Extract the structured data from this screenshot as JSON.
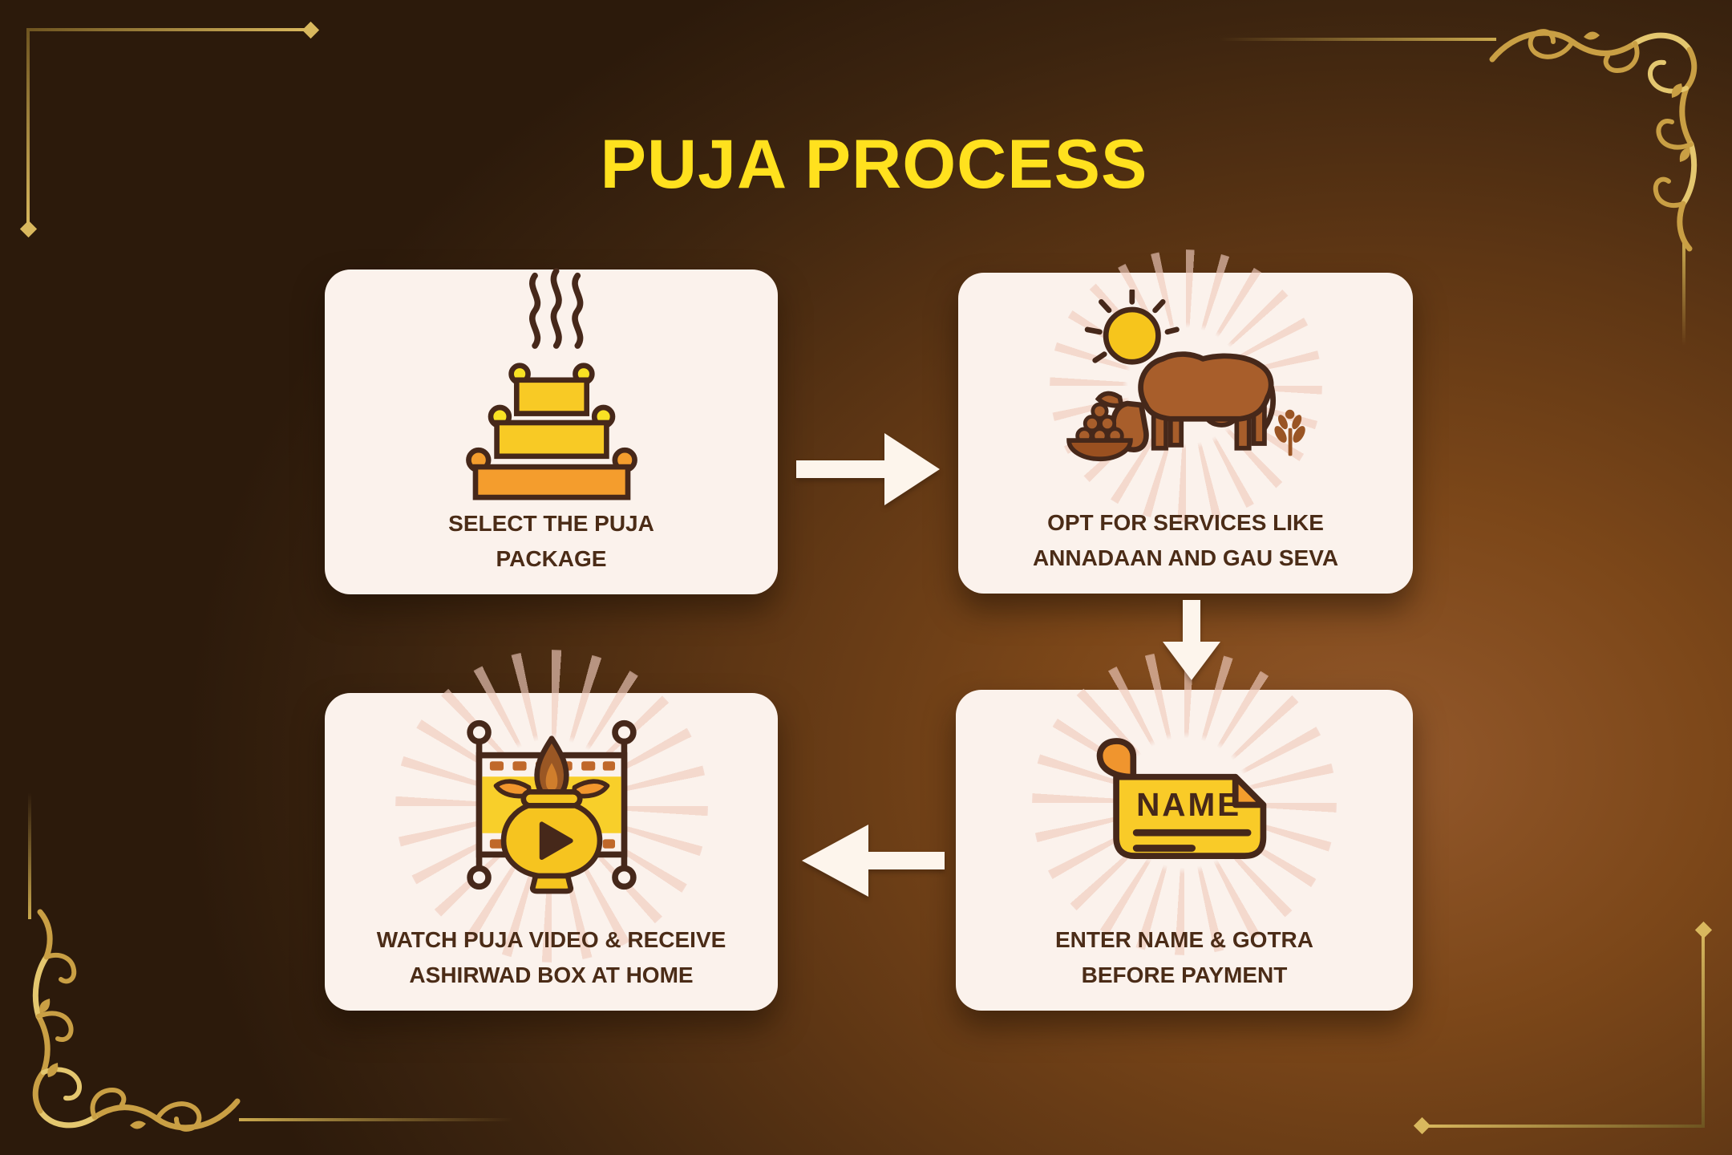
{
  "title": "PUJA PROCESS",
  "steps": [
    {
      "line1": "SELECT THE PUJA",
      "line2": "PACKAGE",
      "icon": "puja-thali-icon"
    },
    {
      "line1": "OPT FOR SERVICES LIKE",
      "line2": "ANNADAAN AND GAU SEVA",
      "icon": "cow-grazing-icon"
    },
    {
      "line1": "ENTER NAME & GOTRA",
      "line2": "BEFORE PAYMENT",
      "icon": "name-scroll-icon",
      "icon_label": "NAME"
    },
    {
      "line1": "WATCH PUJA VIDEO & RECEIVE",
      "line2": "ASHIRWAD BOX AT HOME",
      "icon": "kalash-video-icon"
    }
  ],
  "flow_arrows": [
    "arrow-right-icon",
    "arrow-down-icon",
    "arrow-left-icon"
  ],
  "decor": {
    "corner_top_left": "gold-line-with-diamonds",
    "corner_top_right": "gold-floral-ornament",
    "corner_bottom_left": "gold-floral-ornament",
    "corner_bottom_right": "gold-line-with-diamonds"
  },
  "theme": {
    "background_dark": "#2C1A0B",
    "background_light": "#93582B",
    "title_color": "#FFE11E",
    "card_background": "#FBF2EC",
    "caption_color": "#4B2C17",
    "gold": "#D9B85E",
    "icon_outline": "#46281A",
    "icon_yellow": "#F8CA25",
    "icon_orange": "#F49D2D",
    "cow_brown": "#A85E2B",
    "arrow_color": "#FDF5EC",
    "sunburst_color": "#F0CBBD"
  }
}
